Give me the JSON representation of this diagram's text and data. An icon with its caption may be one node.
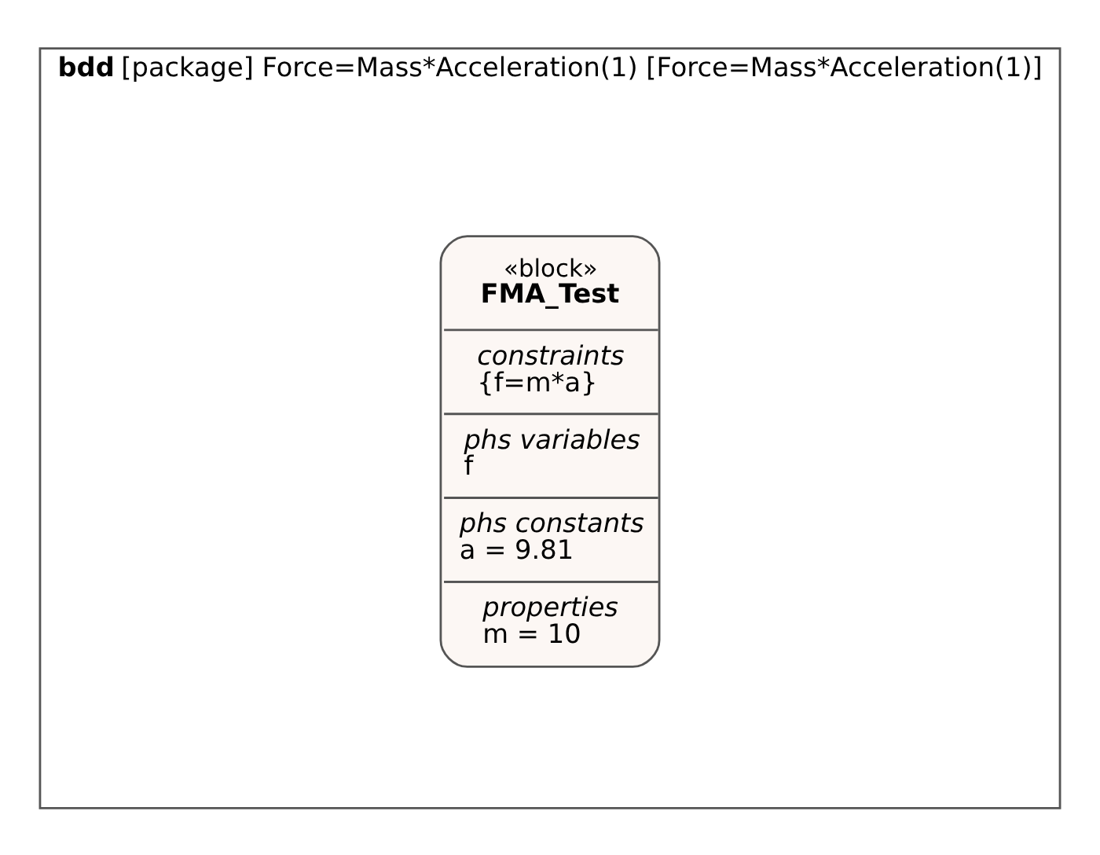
{
  "diagram": {
    "nodes": [
      {
        "text": [
          "**bdd** [package] Force=Mass*Acceleration(1) [Force=Mass*Acceleration(1)]"
        ]
      },
      {
        "text": [
          "«block»",
          "FMA_Test",
          "constraints",
          "{f=m*a}",
          "phs variables",
          "f",
          "phs constants",
          "a = 9.81",
          "properties",
          "m = 10"
        ],
        "in": 0
      }
    ]
  }
}
